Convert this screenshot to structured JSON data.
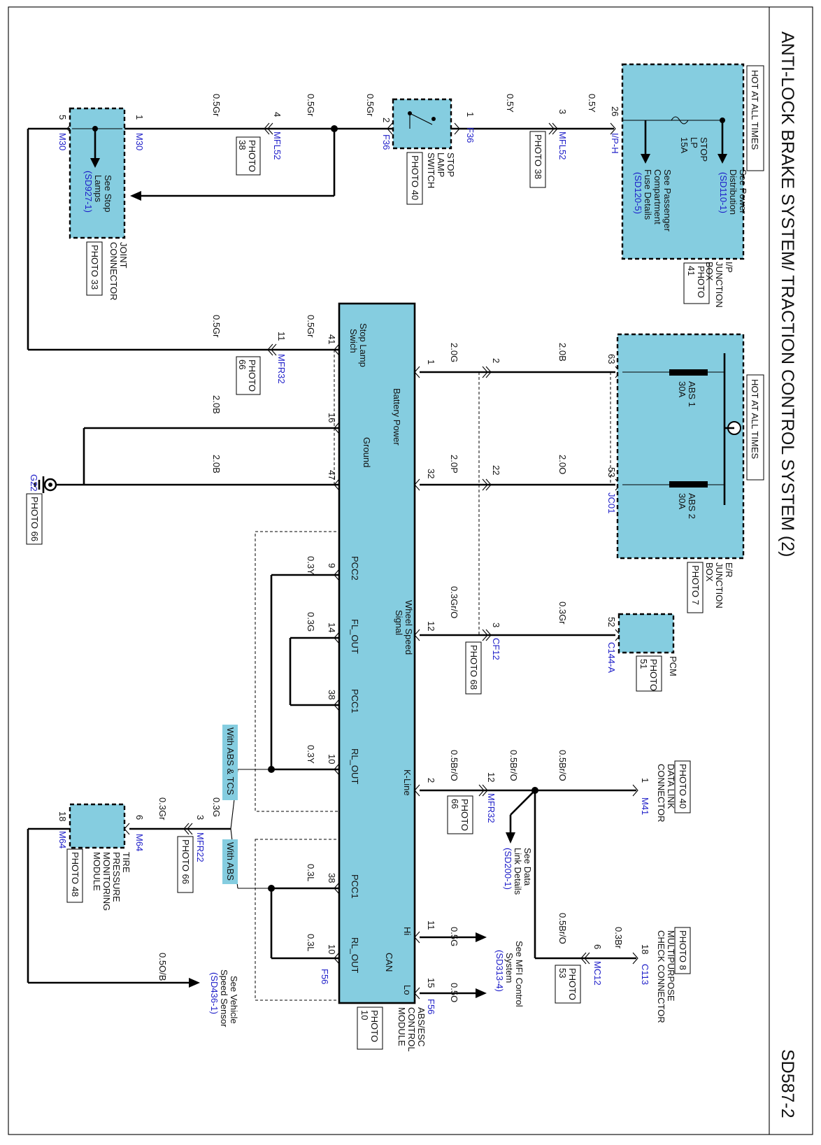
{
  "page": {
    "title": "ANTI-LOCK BRAKE SYSTEM/ TRACTION CONTROL SYSTEM (2)",
    "page_id": "SD587-2"
  },
  "ip_junction_box": {
    "hot": "HOT AT ALL TIMES",
    "name": [
      "I/P",
      "JUNCTION",
      "BOX"
    ],
    "photo": [
      "PHOTO",
      "41"
    ],
    "fuse_name": [
      "STOP",
      "LP",
      "15A"
    ],
    "ref1_text": [
      "See Power",
      "Distribution"
    ],
    "ref1_link": "(SD110-1)",
    "ref2_text": [
      "See Passenger",
      "Compartment",
      "Fuse Details"
    ],
    "ref2_link": "(SD120-5)",
    "pin": "26",
    "connector": "I/P-H"
  },
  "er_junction_box": {
    "hot": "HOT AT ALL TIMES",
    "name": [
      "E/R",
      "JUNCTION",
      "BOX"
    ],
    "photo": "PHOTO 7",
    "fuse1": [
      "ABS 1",
      "30A"
    ],
    "fuse2": [
      "ABS 2",
      "30A"
    ],
    "pin1": "63",
    "pin2": "53",
    "connector": "JC01"
  },
  "stop_lamp_switch": {
    "name": [
      "STOP",
      "LAMP",
      "SWITCH"
    ],
    "photo": "PHOTO 40",
    "pin_left": "2",
    "pin_right": "1",
    "connector_left": "F36",
    "connector_right": "F36"
  },
  "joint_connector": {
    "name": [
      "JOINT",
      "CONNECTOR"
    ],
    "photo": "PHOTO 33",
    "ref_text": [
      "See Stop",
      "Lamps"
    ],
    "ref_link": "(SD927-1)",
    "pin_left": "5",
    "pin_right": "1",
    "connector_left": "M30",
    "connector_right": "M30"
  },
  "pcm": {
    "name": "PCM",
    "photo": [
      "PHOTO",
      "51"
    ],
    "pin": "52",
    "connector": "C144-A"
  },
  "data_link": {
    "photo": "PHOTO 40",
    "name": [
      "DATA LINK",
      "CONNECTOR"
    ],
    "pin": "1",
    "connector": "M41",
    "ref_text": [
      "See Data",
      "Link Details"
    ],
    "ref_link": "(SD200-1)"
  },
  "multipurpose": {
    "photo": "PHOTO 8",
    "name": [
      "MULTIPURPOSE",
      "CHECK CONNECTOR"
    ],
    "pin": "18",
    "connector": "C113"
  },
  "tpms": {
    "name": [
      "TIRE",
      "PRESSURE",
      "MONITORING",
      "MODULE"
    ],
    "photo": "PHOTO 48",
    "pin_left": "18",
    "pin_right": "6",
    "connector_left": "M64",
    "connector_right": "M64"
  },
  "abs_module": {
    "name": [
      "ABS/ESC",
      "CONTROL",
      "MODULE"
    ],
    "photo": [
      "PHOTO",
      "10"
    ],
    "stop_lamp": [
      "Stop Lamp",
      "Swich"
    ],
    "battery": "Battery Power",
    "ground": "Ground",
    "wheel_speed": [
      "Wheel Speed",
      "Signal"
    ],
    "kline": "K-Line",
    "can": "CAN",
    "can_hi": "Hi",
    "can_lo": "Lo",
    "pcc2": "PCC2",
    "fl_out": "FL_OUT",
    "pcc1": "PCC1",
    "rl_out": "RL_OUT",
    "pcc1b": "PCC1",
    "rl_outb": "RL_OUT",
    "connector": "F56",
    "connector2": "F56"
  },
  "connectors": {
    "mfl52_a": "MFL52",
    "mfl52_a_photo": "PHOTO 38",
    "mfl52_b": "MFL52",
    "mfl52_b_photo": [
      "PHOTO",
      "38"
    ],
    "mfr32_a": "MFR32",
    "mfr32_a_photo": [
      "PHOTO",
      "66"
    ],
    "mfr32_b": "MFR32",
    "mfr32_b_photo": [
      "PHOTO",
      "66"
    ],
    "cf12": "CF12",
    "cf12_photo": "PHOTO 68",
    "mc12": "MC12",
    "mc12_photo": [
      "PHOTO",
      "53"
    ],
    "mfr22": "MFR22",
    "mfr22_photo": "PHOTO 66",
    "g22": "G22",
    "g22_photo": "PHOTO 66"
  },
  "options": {
    "abs_tcs": "With ABS & TCS",
    "abs": "With ABS"
  },
  "refs": {
    "mfi_text": [
      "See MFI Control",
      "System"
    ],
    "mfi_link": "(SD313-4)",
    "vss_text": [
      "See Vehicle",
      "Speed Sensor"
    ],
    "vss_link": "(SD436-1)"
  },
  "wire_colors": {
    "w_05Y_a": "0.5Y",
    "w_05Y_b": "0.5Y",
    "w_05Gr_a": "0.5Gr",
    "w_05Gr_b": "0.5Gr",
    "w_05Gr_c": "0.5Gr",
    "w_05Gr_d": "0.5Gr",
    "w_05Gr_e": "0.5Gr",
    "w_20B_a": "2.0B",
    "w_20B_b": "2.0B",
    "w_20B_c": "2.0B",
    "w_20G": "2.0G",
    "w_20O": "2.0O",
    "w_20P": "2.0P",
    "w_03Gr": "0.3Gr",
    "w_03GrO": "0.3Gr/O",
    "w_05BrO_a": "0.5Br/O",
    "w_05BrO_b": "0.5Br/O",
    "w_05BrO_c": "0.5Br/O",
    "w_05BrO_d": "0.5Br/O",
    "w_03Br": "0.3Br",
    "w_05G": "0.5G",
    "w_05O": "0.5O",
    "w_03Y_a": "0.3Y",
    "w_03Y_b": "0.3Y",
    "w_03G_a": "0.3G",
    "w_03G_b": "0.3G",
    "w_03Gr_b": "0.3Gr",
    "w_03L_a": "0.3L",
    "w_03L_b": "0.3L",
    "w_05OB": "0.5O/B"
  },
  "pins": {
    "mfl52_a": "3",
    "mfl52_b": "4",
    "abs41": "41",
    "mfr32_a": "11",
    "abs16": "16",
    "abs47": "47",
    "abs1": "1",
    "abs32": "32",
    "cf_2": "2",
    "cf_22": "22",
    "abs12": "12",
    "cf12": "3",
    "abs2": "2",
    "mfr32_b": "12",
    "mc12": "6",
    "abs11": "11",
    "abs15": "15",
    "abs9": "9",
    "abs14": "14",
    "abs38": "38",
    "abs10": "10",
    "abs38b": "38",
    "abs10b": "10",
    "mfr22": "3"
  }
}
